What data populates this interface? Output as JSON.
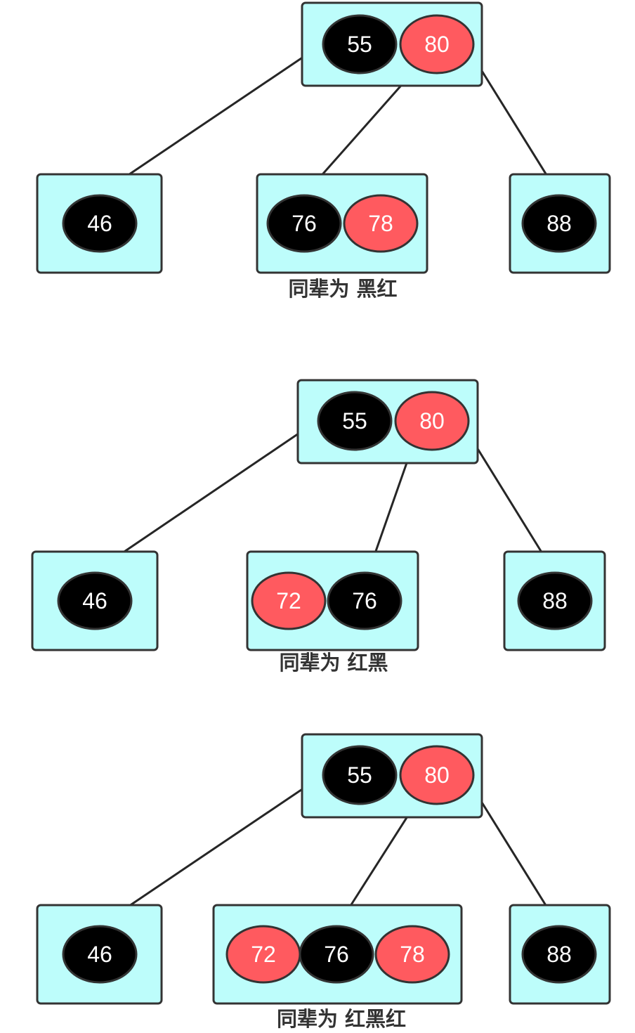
{
  "colors": {
    "black": "#000000",
    "red": "#ff5a5f",
    "box_fill": "#bdfdfb",
    "stroke": "#333333"
  },
  "diagrams": [
    {
      "root": [
        {
          "key": "55",
          "color": "black"
        },
        {
          "key": "80",
          "color": "red"
        }
      ],
      "children": [
        [
          {
            "key": "46",
            "color": "black"
          }
        ],
        [
          {
            "key": "76",
            "color": "black"
          },
          {
            "key": "78",
            "color": "red"
          }
        ],
        [
          {
            "key": "88",
            "color": "black"
          }
        ]
      ],
      "caption": "同辈为 黑红"
    },
    {
      "root": [
        {
          "key": "55",
          "color": "black"
        },
        {
          "key": "80",
          "color": "red"
        }
      ],
      "children": [
        [
          {
            "key": "46",
            "color": "black"
          }
        ],
        [
          {
            "key": "72",
            "color": "red"
          },
          {
            "key": "76",
            "color": "black"
          }
        ],
        [
          {
            "key": "88",
            "color": "black"
          }
        ]
      ],
      "caption": "同辈为 红黑"
    },
    {
      "root": [
        {
          "key": "55",
          "color": "black"
        },
        {
          "key": "80",
          "color": "red"
        }
      ],
      "children": [
        [
          {
            "key": "46",
            "color": "black"
          }
        ],
        [
          {
            "key": "72",
            "color": "red"
          },
          {
            "key": "76",
            "color": "black"
          },
          {
            "key": "78",
            "color": "red"
          }
        ],
        [
          {
            "key": "88",
            "color": "black"
          }
        ]
      ],
      "caption": "同辈为 红黑红"
    }
  ]
}
